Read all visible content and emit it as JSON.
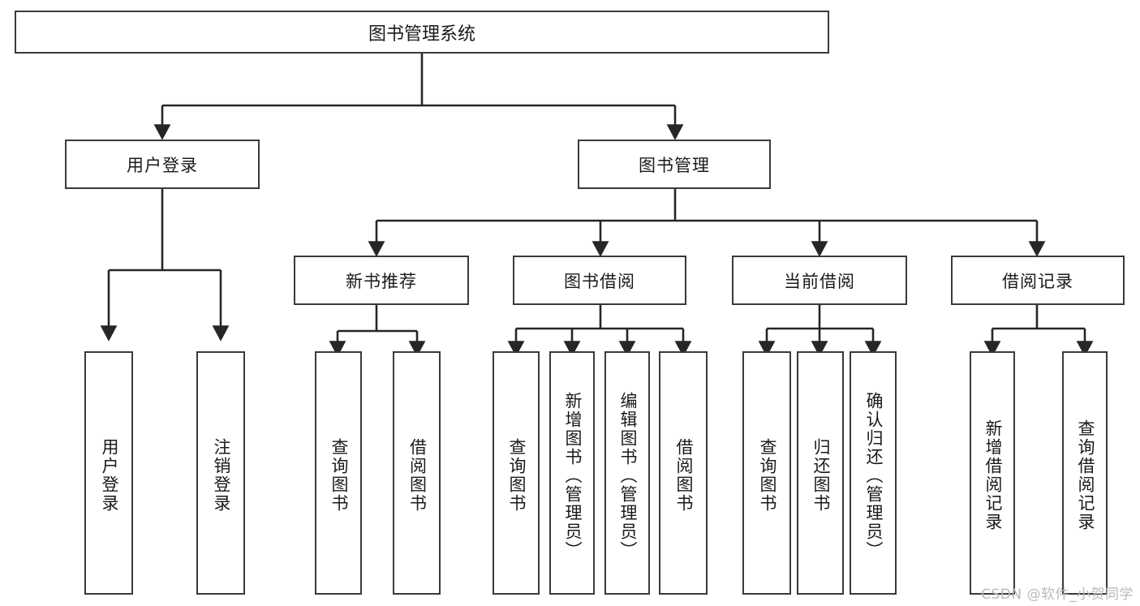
{
  "diagram": {
    "type": "tree",
    "title": "图书管理系统",
    "root": {
      "label": "图书管理系统"
    },
    "level1": [
      {
        "label": "用户登录"
      },
      {
        "label": "图书管理"
      }
    ],
    "level2": [
      {
        "label": "新书推荐"
      },
      {
        "label": "图书借阅"
      },
      {
        "label": "当前借阅"
      },
      {
        "label": "借阅记录"
      }
    ],
    "leaves": {
      "user_login": [
        {
          "label": "用户登录"
        },
        {
          "label": "注销登录"
        }
      ],
      "new_book_recommend": [
        {
          "label": "查询图书"
        },
        {
          "label": "借阅图书"
        }
      ],
      "book_borrow": [
        {
          "label": "查询图书"
        },
        {
          "label": "新增图书（管理员）"
        },
        {
          "label": "编辑图书（管理员）"
        },
        {
          "label": "借阅图书"
        }
      ],
      "current_borrow": [
        {
          "label": "查询图书"
        },
        {
          "label": "归还图书"
        },
        {
          "label": "确认归还（管理员）"
        }
      ],
      "borrow_record": [
        {
          "label": "新增借阅记录"
        },
        {
          "label": "查询借阅记录"
        }
      ]
    },
    "colors": {
      "box_border": "#3a3a3a",
      "box_fill": "#ffffff",
      "connector": "#262626",
      "text": "#1a1a1a",
      "watermark": "#b9b9b9"
    }
  },
  "watermark": {
    "text": "CSDN @软件_小贺同学"
  }
}
